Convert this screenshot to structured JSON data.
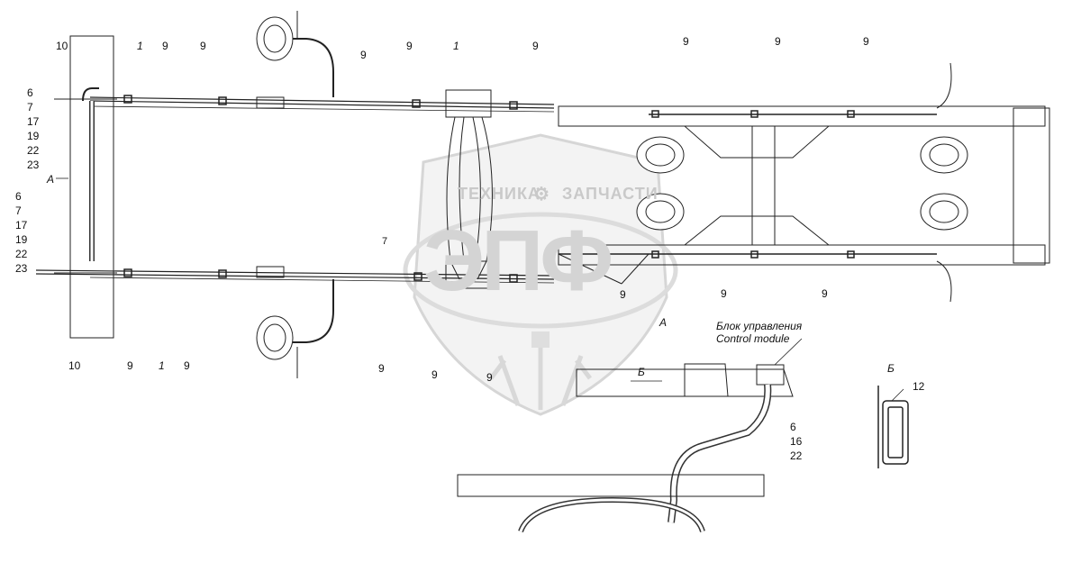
{
  "watermark": {
    "brand_left": "ТЕХНИКА",
    "brand_right": "ЗАПЧАСТИ",
    "logo": "ЭПФ"
  },
  "control_module": {
    "label_ru": "Блок управления",
    "label_en": "Control module"
  },
  "view_letters": {
    "a_left": "А",
    "a_detail": "А",
    "b_detail": "Б",
    "b_section": "Б"
  },
  "left_stack_top": [
    "6",
    "7",
    "17",
    "19",
    "22",
    "23"
  ],
  "left_stack_bottom": [
    "6",
    "7",
    "17",
    "19",
    "22",
    "23"
  ],
  "control_stack": [
    "6",
    "16",
    "22"
  ],
  "labels": {
    "n10_top": "10",
    "n1_top": "1",
    "n9_top_a": "9",
    "n9_top_b": "9",
    "n9_top_c": "9",
    "n9_top_d": "9",
    "n1_top_b": "1",
    "n9_top_e": "9",
    "n9_top_f": "9",
    "n9_top_g": "9",
    "n9_top_h": "9",
    "n9_mid_a": "9",
    "n9_mid_b": "9",
    "n9_mid_c": "9",
    "n10_bot": "10",
    "n9_bot_a": "9",
    "n1_bot": "1",
    "n9_bot_b": "9",
    "n9_bot_c": "9",
    "n9_bot_d": "9",
    "n9_bot_e": "9",
    "n12": "12",
    "n7_small": "7"
  },
  "icons": [
    "brake-chamber-icon",
    "gear-icon",
    "wheat-emblem-icon"
  ]
}
